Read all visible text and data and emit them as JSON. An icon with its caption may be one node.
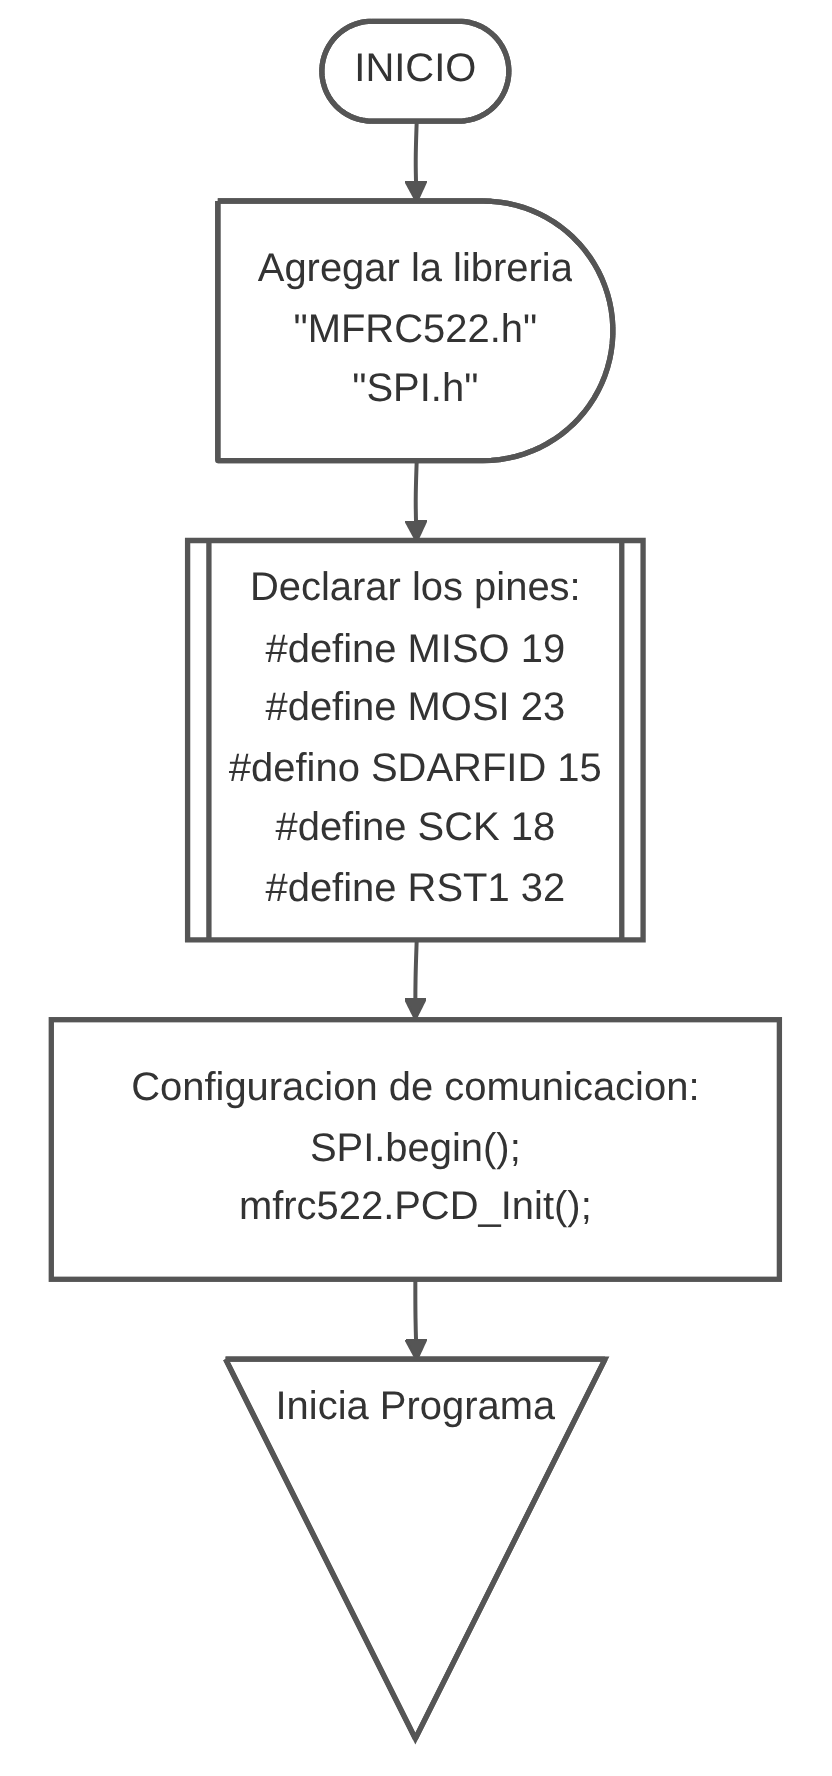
{
  "diagram": {
    "nodes": [
      {
        "text": [
          "INICIO"
        ]
      },
      {
        "text": [
          "Agregar la libreria",
          "\"MFRC522.h\"",
          "\"SPI.h\""
        ]
      },
      {
        "text": [
          "Declarar los pines:",
          "#define MISO 19",
          "#define MOSI 23",
          "#defino SDARFID 15",
          "#define SCK 18",
          "#define RST1 32"
        ]
      },
      {
        "text": [
          "Configuracion de comunicacion:",
          "SPI.begin();",
          "mfrc522.PCD_Init();"
        ]
      },
      {
        "text": [
          "Inicia Programa"
        ]
      }
    ],
    "edges": [
      {
        "from": 0,
        "to": 1,
        "arrow": "to"
      },
      {
        "from": 1,
        "to": 2,
        "arrow": "to"
      },
      {
        "from": 2,
        "to": 3,
        "arrow": "to"
      },
      {
        "from": 3,
        "to": 4,
        "arrow": "to"
      }
    ]
  }
}
